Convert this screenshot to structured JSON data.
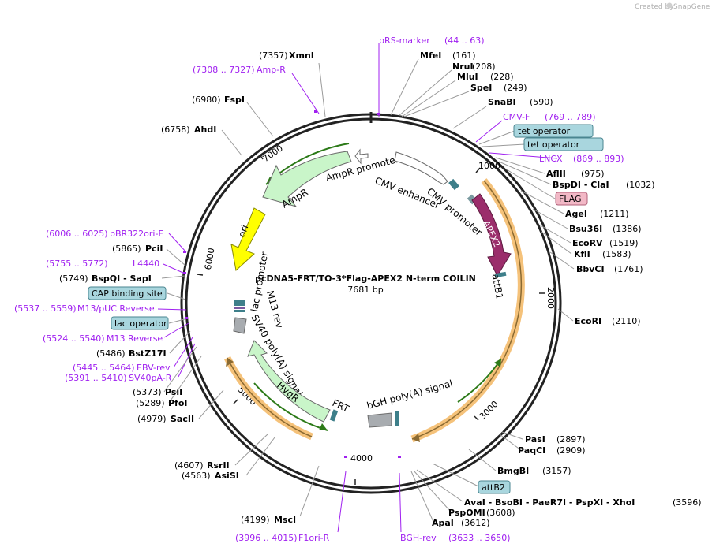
{
  "credit": {
    "prefix": "Created by",
    "brand": "SnapGene"
  },
  "map": {
    "name": "pcDNA5-FRT/TO-3*Flag-APEX2 N-term COILIN",
    "length": "7681 bp",
    "ticks": [
      "1000",
      "2000",
      "3000",
      "4000",
      "5000",
      "6000",
      "7000"
    ]
  },
  "colors": {
    "backbone": "#222222",
    "orf_outline": "#f5c27a",
    "apex2": "#9b2d6b",
    "ori": "#ffff00",
    "resistance": "#c9f5c9",
    "promoter": "#ffffff",
    "polyA": "#a8acb0",
    "primer": "#a020f0",
    "site_box": "#a9d6de",
    "flag_box": "#f2b8c6"
  },
  "features": {
    "ampr_promoter": "AmpR promoter",
    "ampr": "AmpR",
    "cmv_enhancer": "CMV enhancer",
    "cmv_promoter": "CMV promoter",
    "apex2": "APEX2",
    "att_b1": "attB1",
    "ori": "ori",
    "lac_promoter": "lac promoter",
    "m13_rev": "M13 rev",
    "sv40": "SV40 poly(A) signal",
    "hygr": "HygR",
    "frt": "FRT",
    "bgh": "bGH poly(A) signal"
  },
  "right_labels": [
    {
      "name": "pRS-marker",
      "pos": "(44 .. 63)",
      "primer": true
    },
    {
      "name": "MfeI",
      "pos": "(161)"
    },
    {
      "name": "NruI",
      "pos": "(208)"
    },
    {
      "name": "MluI",
      "pos": "(228)"
    },
    {
      "name": "SpeI",
      "pos": "(249)"
    },
    {
      "name": "SnaBI",
      "pos": "(590)"
    },
    {
      "name": "CMV-F",
      "pos": "(769 .. 789)",
      "primer": true
    },
    {
      "name": "tet operator",
      "boxed": "teal"
    },
    {
      "name": "tet operator",
      "boxed": "teal"
    },
    {
      "name": "LNCX",
      "pos": "(869 .. 893)",
      "primer": true
    },
    {
      "name": "AflII",
      "pos": "(975)"
    },
    {
      "name": "BspDI - ClaI",
      "pos": "(1032)"
    },
    {
      "name": "FLAG",
      "boxed": "pink"
    },
    {
      "name": "AgeI",
      "pos": "(1211)"
    },
    {
      "name": "Bsu36I",
      "pos": "(1386)"
    },
    {
      "name": "EcoRV",
      "pos": "(1519)"
    },
    {
      "name": "KflI",
      "pos": "(1583)"
    },
    {
      "name": "BbvCI",
      "pos": "(1761)"
    },
    {
      "name": "EcoRI",
      "pos": "(2110)"
    },
    {
      "name": "PasI",
      "pos": "(2897)"
    },
    {
      "name": "PaqCI",
      "pos": "(2909)"
    },
    {
      "name": "BmgBI",
      "pos": "(3157)"
    },
    {
      "name": "attB2",
      "boxed": "teal"
    },
    {
      "name": "AvaI - BsoBI - PaeR7I - PspXI - XhoI",
      "pos": "(3596)"
    },
    {
      "name": "PspOMI",
      "pos": "(3608)"
    },
    {
      "name": "ApaI",
      "pos": "(3612)"
    },
    {
      "name": "BGH-rev",
      "pos": "(3633 .. 3650)",
      "primer": true
    }
  ],
  "left_labels": [
    {
      "name": "XmnI",
      "pos": "(7357)"
    },
    {
      "name": "Amp-R",
      "pos": "(7308 .. 7327)",
      "primer": true
    },
    {
      "name": "FspI",
      "pos": "(6980)"
    },
    {
      "name": "AhdI",
      "pos": "(6758)"
    },
    {
      "name": "pBR322ori-F",
      "pos": "(6006 .. 6025)",
      "primer": true
    },
    {
      "name": "PciI",
      "pos": "(5865)"
    },
    {
      "name": "L4440",
      "pos": "(5755 .. 5772)",
      "primer": true
    },
    {
      "name": "BspQI - SapI",
      "pos": "(5749)"
    },
    {
      "name": "CAP binding site",
      "boxed": "teal"
    },
    {
      "name": "M13/pUC Reverse",
      "pos": "(5537 .. 5559)",
      "primer": true
    },
    {
      "name": "lac operator",
      "boxed": "teal"
    },
    {
      "name": "M13 Reverse",
      "pos": "(5524 .. 5540)",
      "primer": true
    },
    {
      "name": "BstZ17I",
      "pos": "(5486)"
    },
    {
      "name": "EBV-rev",
      "pos": "(5445 .. 5464)",
      "primer": true
    },
    {
      "name": "SV40pA-R",
      "pos": "(5391 .. 5410)",
      "primer": true
    },
    {
      "name": "PsiI",
      "pos": "(5373)"
    },
    {
      "name": "PfoI",
      "pos": "(5289)"
    },
    {
      "name": "SacII",
      "pos": "(4979)"
    },
    {
      "name": "RsrII",
      "pos": "(4607)"
    },
    {
      "name": "AsiSI",
      "pos": "(4563)"
    },
    {
      "name": "MscI",
      "pos": "(4199)"
    },
    {
      "name": "F1ori-R",
      "pos": "(3996 .. 4015)",
      "primer": true
    }
  ]
}
